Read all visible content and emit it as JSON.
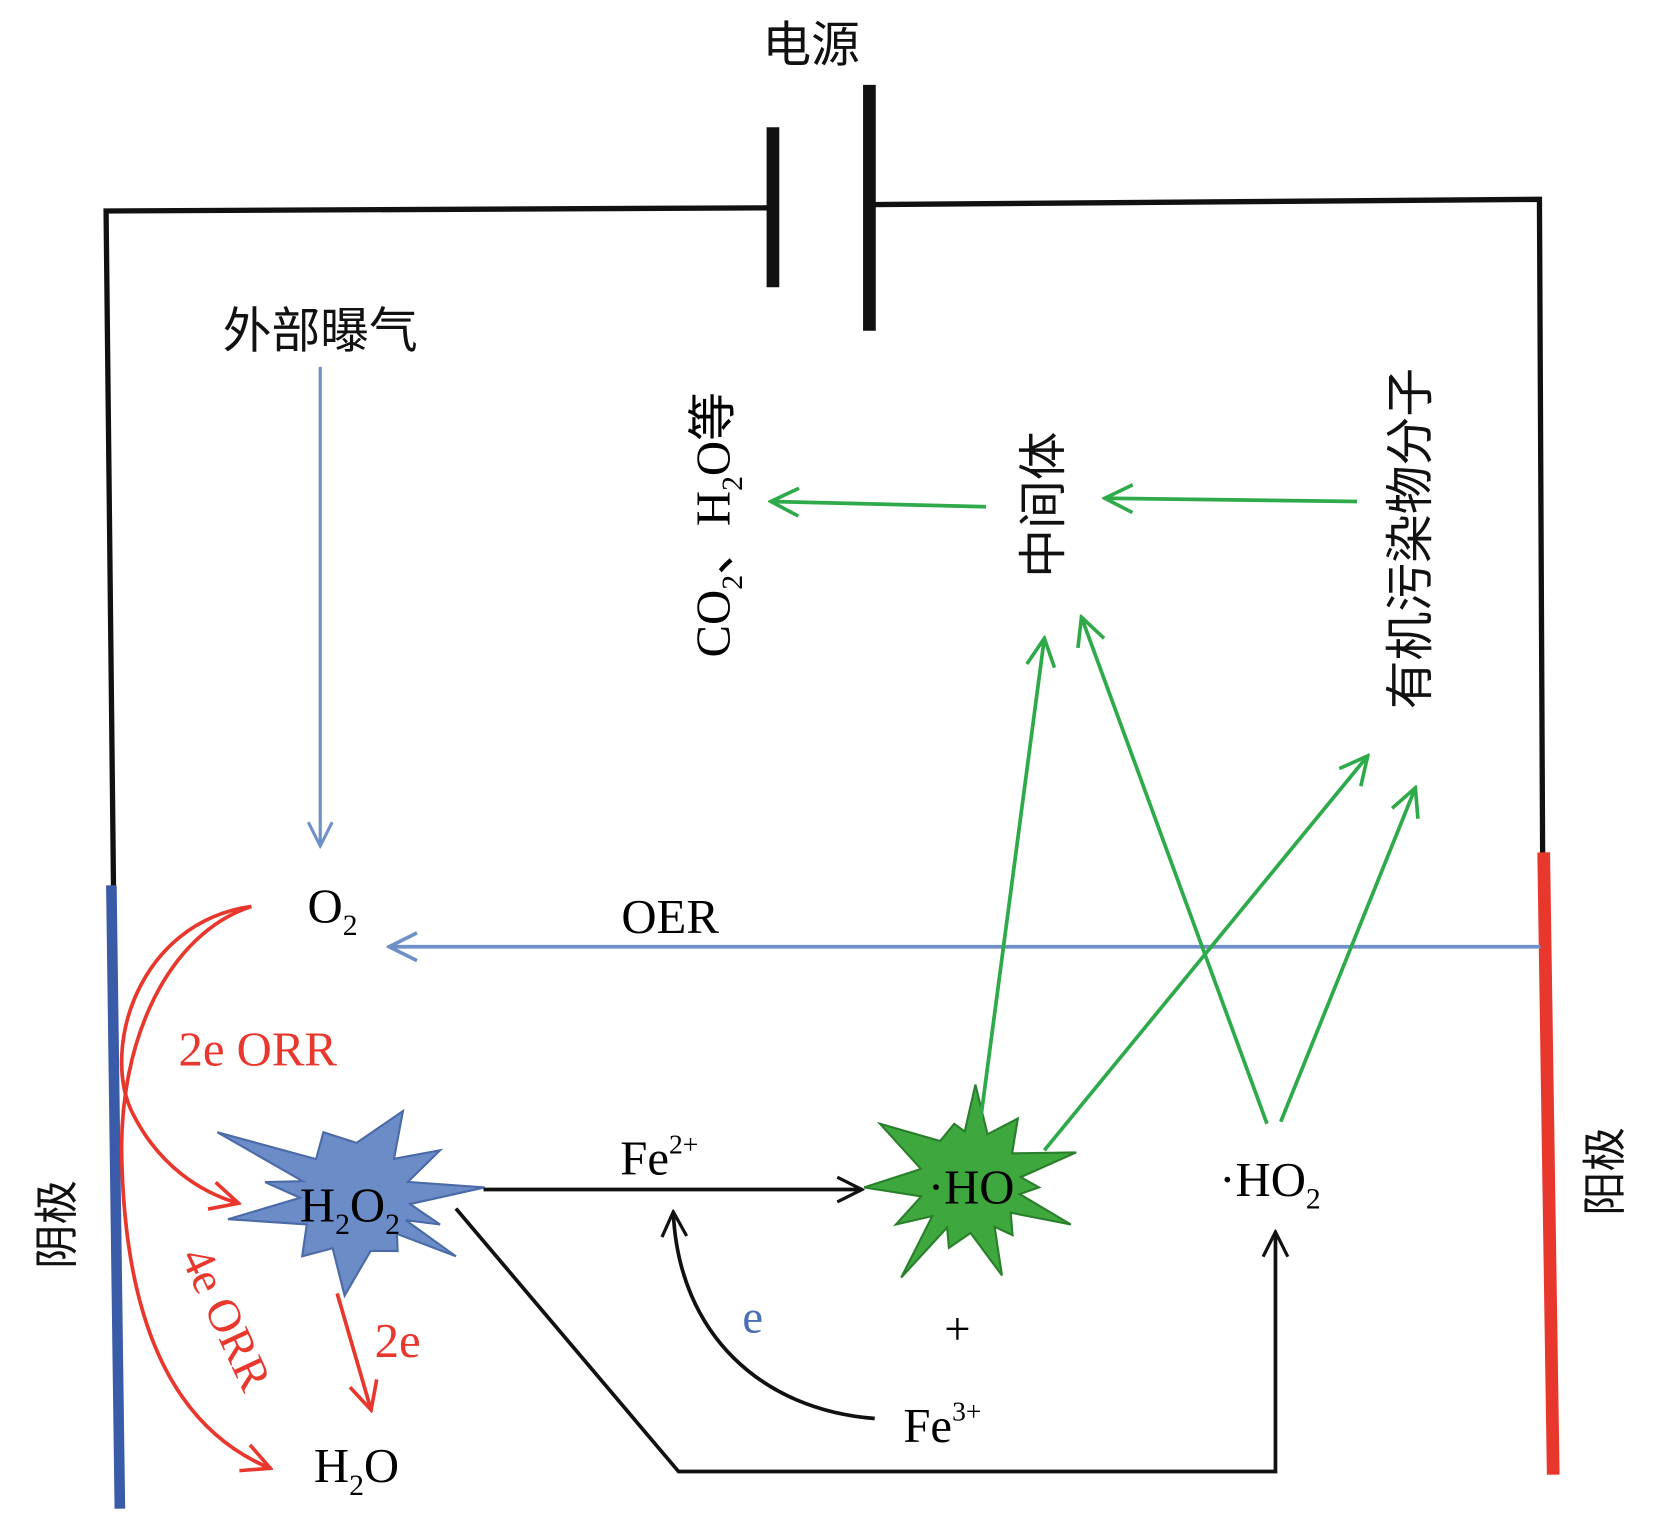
{
  "power_source": "电源",
  "cathode": "阴极",
  "anode": "阳极",
  "aeration": "外部曝气",
  "o2": {
    "main": "O",
    "sub": "2"
  },
  "oer": "OER",
  "orr2": "2e ORR",
  "orr4": "4e ORR",
  "h2o2": {
    "h": "H",
    "s1": "2",
    "o": "O",
    "s2": "2"
  },
  "h2o2_to_h2o": "2e",
  "h2o": {
    "h": "H",
    "sub": "2",
    "o": "O"
  },
  "fe2": {
    "main": "Fe",
    "sup": "2+"
  },
  "fe3": {
    "main": "Fe",
    "sup": "3+"
  },
  "electron": "e",
  "plus": "+",
  "ho_radical": "·HO",
  "ho2_radical": {
    "main": "·HO",
    "sub": "2"
  },
  "intermediate": "中间体",
  "organic_pollutant": "有机污染物分子",
  "products": {
    "co": "CO",
    "s1": "2",
    "sep": "、H",
    "s2": "2",
    "tail": "O等"
  },
  "colors": {
    "cathode": "#3a5ba8",
    "anode": "#e8372c",
    "oxygen_flow": "#6f8fc8",
    "orr": "#e8372c",
    "oxidation": "#2eaa4a",
    "h2o2_star": "#6b8cc7",
    "ho_star": "#3ea83f",
    "wire": "#111111"
  }
}
